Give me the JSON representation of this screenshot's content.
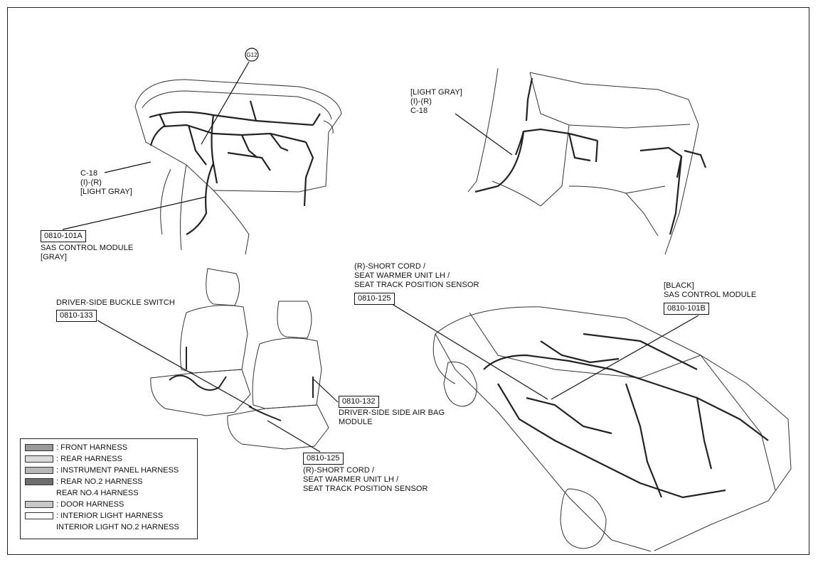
{
  "labels": {
    "g12": "G12",
    "c18_front": [
      "C-18",
      "(I)-(R)",
      "[LIGHT GRAY]"
    ],
    "c18_rear": [
      "[LIGHT GRAY]",
      "(I)-(R)",
      "C-18"
    ],
    "sas_front_caption": [
      "SAS CONTROL MODULE",
      "[GRAY]"
    ],
    "short_cord_top": [
      "(R)-SHORT CORD /",
      "SEAT WARMER UNIT LH /",
      "SEAT TRACK POSITION SENSOR"
    ],
    "sas_black": [
      "[BLACK]",
      "SAS CONTROL MODULE"
    ],
    "buckle": "DRIVER-SIDE BUCKLE SWITCH",
    "side_airbag": [
      "DRIVER-SIDE SIDE AIR BAG",
      "MODULE"
    ],
    "short_cord_bottom": [
      "(R)-SHORT CORD /",
      "SEAT WARMER UNIT LH /",
      "SEAT TRACK POSITION SENSOR"
    ]
  },
  "codes": {
    "sas_front": "0810-101A",
    "short_cord_top": "0810-125",
    "sas_black": "0810-101B",
    "buckle": "0810-133",
    "side_airbag": "0810-132",
    "short_cord_bottom": "0810-125"
  },
  "legend": [
    {
      "label": ": FRONT HARNESS",
      "color": "#9a9a9a"
    },
    {
      "label": ": REAR HARNESS",
      "color": "#dadada"
    },
    {
      "label": ": INSTRUMENT PANEL HARNESS",
      "color": "#b8b8b8"
    },
    {
      "label": ": REAR NO.2 HARNESS",
      "color": "#6e6e6e",
      "extra": "REAR NO.4 HARNESS"
    },
    {
      "label": ": DOOR HARNESS",
      "color": "#c8c8c8"
    },
    {
      "label": ": INTERIOR LIGHT HARNESS",
      "color": "#ffffff",
      "extra": "INTERIOR LIGHT NO.2 HARNESS"
    }
  ]
}
